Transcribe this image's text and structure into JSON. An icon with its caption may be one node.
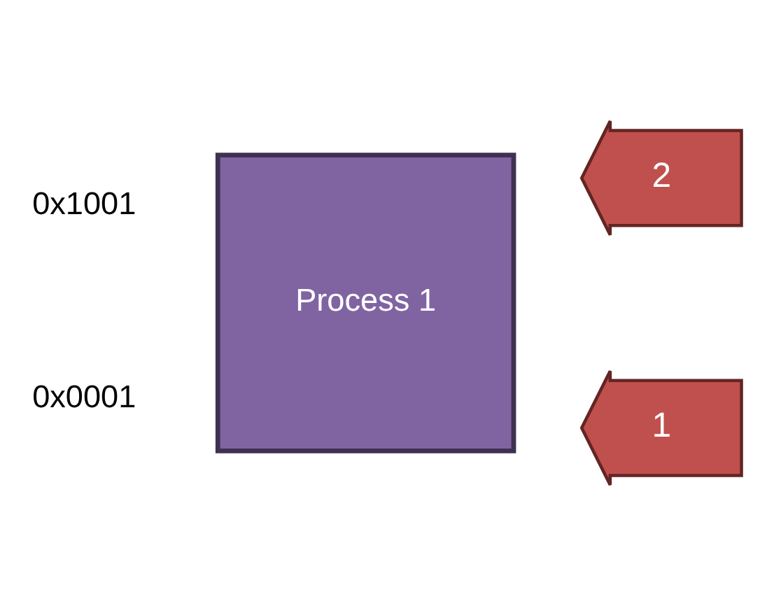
{
  "diagram": {
    "nodes": [
      {
        "text": [
          "Process 1"
        ]
      },
      {
        "text": [
          "2"
        ]
      },
      {
        "text": [
          "1"
        ]
      }
    ],
    "edges": [],
    "labels": [
      "0x1001",
      "0x0001"
    ]
  }
}
